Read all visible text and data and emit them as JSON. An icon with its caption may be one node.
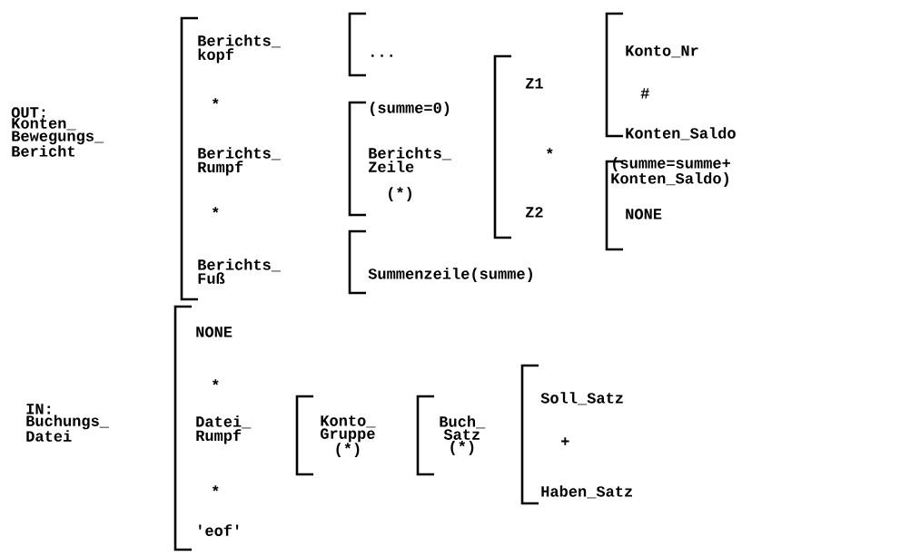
{
  "diagram": {
    "labels": [
      "OUT: Konten_ Bewegungs_ Bericht",
      "Berichts_ kopf",
      "...",
      "*",
      "Berichts_ Rumpf",
      "*",
      "Berichts_ Fuß",
      "(summe=0)",
      "Berichts_ Zeile",
      "(*)",
      "Summenzeile(summe)",
      "Z1",
      "*",
      "Z2",
      "Konto_Nr",
      "#",
      "Konten_Saldo",
      "(summe=summe+ Konten_Saldo)",
      "NONE",
      "IN: Buchungs_ Datei",
      "NONE",
      "*",
      "Datei_ Rumpf",
      "*",
      "'eof'",
      "Konto_ Gruppe (*)",
      "Buch_ Satz (*)",
      "Soll_Satz",
      "+",
      "Haben_Satz"
    ]
  }
}
